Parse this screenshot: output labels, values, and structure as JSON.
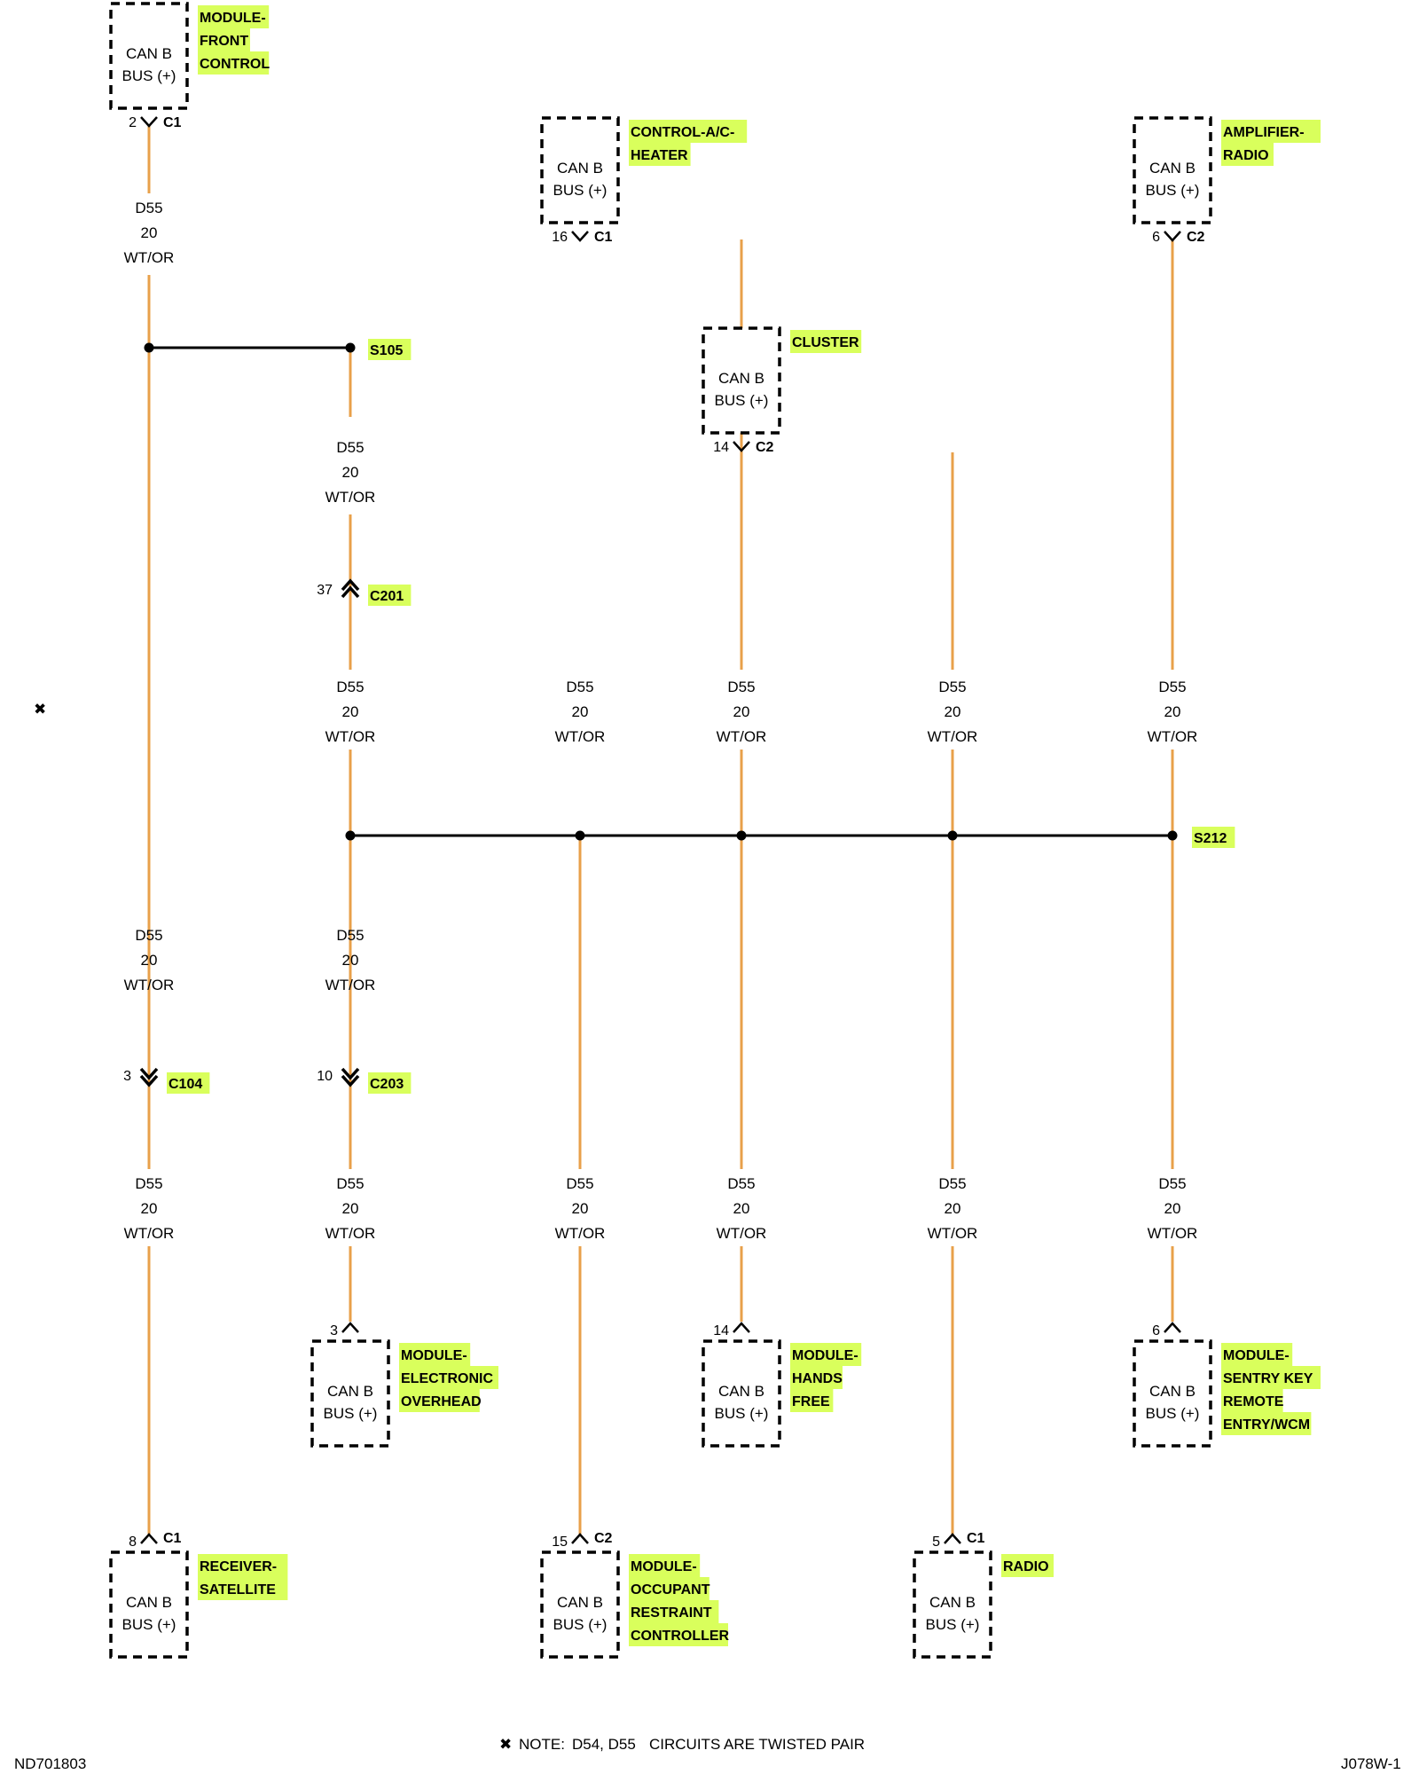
{
  "colors": {
    "wire": "#e8a04a",
    "bus_line": "#000000",
    "highlight": "#d9ff5c",
    "box_border": "#000000"
  },
  "wire_label": {
    "circuit": "D55",
    "gauge": "20",
    "color": "WT/OR"
  },
  "box_text": {
    "line1": "CAN B",
    "line2": "BUS (+)"
  },
  "splices": {
    "s105": "S105",
    "s212": "S212"
  },
  "inline_connectors": [
    {
      "pin": "37",
      "name": "C201",
      "style": "double-up"
    },
    {
      "pin": "3",
      "name": "C104",
      "style": "double-down"
    },
    {
      "pin": "10",
      "name": "C203",
      "style": "double-down"
    }
  ],
  "modules": [
    {
      "label_lines": [
        "MODULE-",
        "FRONT",
        "CONTROL"
      ],
      "pin": "2",
      "connector": "C1"
    },
    {
      "label_lines": [
        "CONTROL-A/C-",
        "HEATER"
      ],
      "pin": "16",
      "connector": "C1"
    },
    {
      "label_lines": [
        "AMPLIFIER-",
        "RADIO"
      ],
      "pin": "6",
      "connector": "C2"
    },
    {
      "label_lines": [
        "CLUSTER"
      ],
      "pin": "14",
      "connector": "C2"
    },
    {
      "label_lines": [
        "MODULE-",
        "ELECTRONIC",
        "OVERHEAD"
      ],
      "pin": "3",
      "connector": ""
    },
    {
      "label_lines": [
        "MODULE-",
        "HANDS",
        "FREE"
      ],
      "pin": "14",
      "connector": ""
    },
    {
      "label_lines": [
        "MODULE-",
        "SENTRY KEY",
        "REMOTE",
        "ENTRY/WCM"
      ],
      "pin": "6",
      "connector": ""
    },
    {
      "label_lines": [
        "RECEIVER-",
        "SATELLITE"
      ],
      "pin": "8",
      "connector": "C1"
    },
    {
      "label_lines": [
        "MODULE-",
        "OCCUPANT",
        "RESTRAINT",
        "CONTROLLER"
      ],
      "pin": "15",
      "connector": "C2"
    },
    {
      "label_lines": [
        "RADIO"
      ],
      "pin": "5",
      "connector": "C1"
    }
  ],
  "footer": {
    "note_symbol": "✖",
    "note_prefix": "NOTE:",
    "note_circuits": "D54, D55",
    "note_text": "CIRCUITS ARE TWISTED PAIR",
    "drawing_id": "ND701803",
    "page_id": "J078W-1"
  },
  "side_marker": "✖"
}
